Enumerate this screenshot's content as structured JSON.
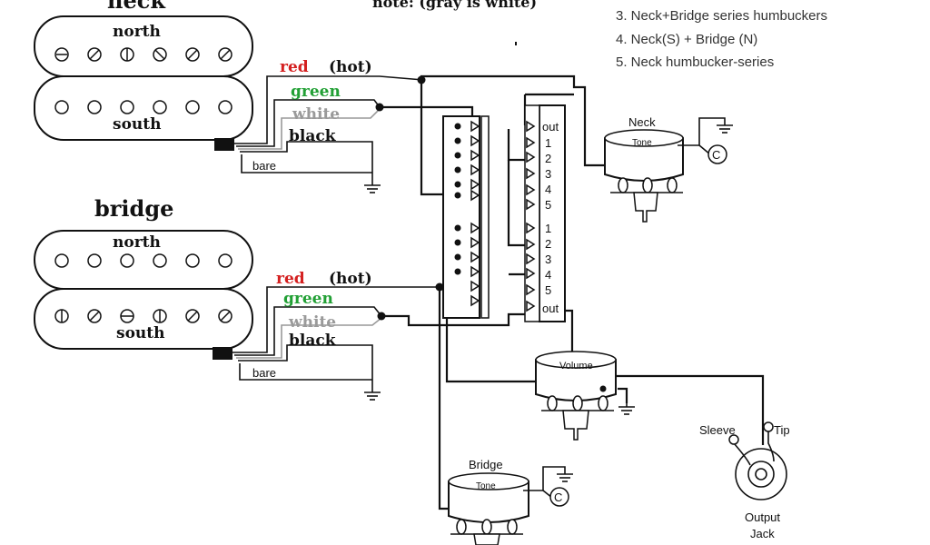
{
  "header": {
    "note": "note: (gray is white)",
    "positions": [
      "3. Neck+Bridge series humbuckers",
      "4. Neck(S) + Bridge (N)",
      "5. Neck humbucker-series"
    ]
  },
  "neck_pickup": {
    "title": "neck",
    "north": "north",
    "south": "south",
    "wires": {
      "red": "red",
      "hot": "(hot)",
      "green": "green",
      "white": "white",
      "black": "black",
      "bare": "bare"
    }
  },
  "bridge_pickup": {
    "title": "bridge",
    "north": "north",
    "south": "south",
    "wires": {
      "red": "red",
      "hot": "(hot)",
      "green": "green",
      "white": "white",
      "black": "black",
      "bare": "bare"
    }
  },
  "switch": {
    "out_label": "out",
    "positions": [
      "1",
      "2",
      "3",
      "4",
      "5"
    ]
  },
  "controls": {
    "neck_tone_title": "Neck",
    "tone_label": "Tone",
    "volume_label": "Volume",
    "bridge_tone_title": "Bridge",
    "cap_label": "C"
  },
  "jack": {
    "sleeve": "Sleeve",
    "tip": "Tip",
    "label_line1": "Output",
    "label_line2": "Jack"
  },
  "colors": {
    "red": "#d42020",
    "green": "#22a035",
    "white": "#9a9a9a",
    "black": "#111111"
  }
}
